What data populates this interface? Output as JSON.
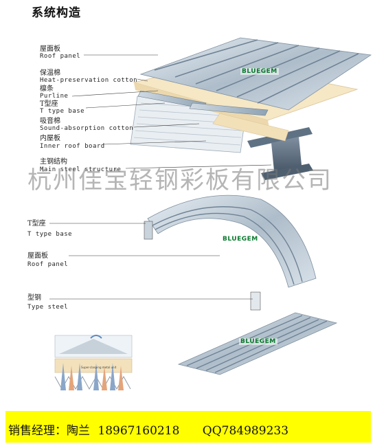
{
  "title": "系统构造",
  "labels_top": [
    {
      "cn": "屋面板",
      "en": "Roof panel"
    },
    {
      "cn": "保温棉",
      "en": "Heat-preservation cotton"
    },
    {
      "cn": "檩条",
      "en": "Purline"
    },
    {
      "cn": "T型座",
      "en": "T type base"
    },
    {
      "cn": "吸音棉",
      "en": "Sound-absorption cotton"
    },
    {
      "cn": "内屋板",
      "en": "Inner roof board"
    },
    {
      "cn": "主钢结构",
      "en": "Main steel structure"
    }
  ],
  "labels_mid": [
    {
      "cn": "T型座",
      "en": "T type base"
    },
    {
      "cn": "屋面板",
      "en": "Roof panel"
    },
    {
      "cn": "型钢",
      "en": "Type steel"
    }
  ],
  "brand": "BLUEGEM",
  "watermark": "杭州佳宝轻钢彩板有限公司",
  "inset_caption": "Super-clasping metal unit",
  "contact": {
    "role": "销售经理：陶兰",
    "phone": "18967160218",
    "qq": "QQ784989233"
  }
}
